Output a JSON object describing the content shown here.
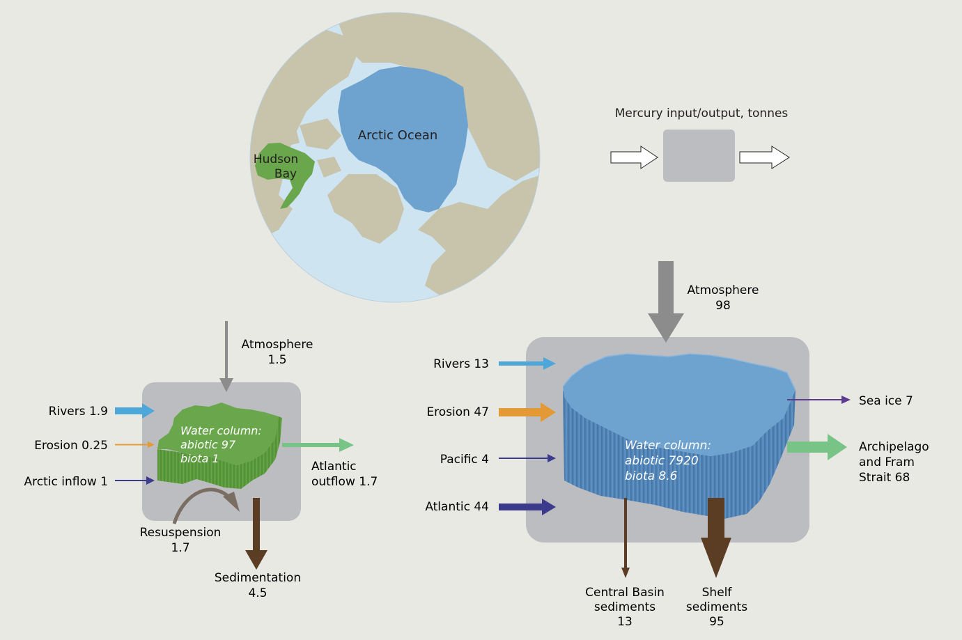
{
  "colors": {
    "background": "#e9e9e4",
    "box": "#bcbdc0",
    "ocean_globe": "#cfe4f1",
    "land": "#c8c3ab",
    "arctic_ocean": "#6fa3cf",
    "hudson_bay": "#6aa64c",
    "hudson_water": "#5b9a3b",
    "arctic_water": "#5a8fc2",
    "rivers": "#4ea7d9",
    "erosion": "#e39a36",
    "inflow": "#3b3a8c",
    "outflow": "#78c486",
    "atmosphere": "#8c8c8c",
    "sediment": "#5a3d22",
    "sea_ice": "#5b3a90"
  },
  "map": {
    "arctic_ocean_label": "Arctic Ocean",
    "hudson_label_line1": "Hudson",
    "hudson_label_line2": "Bay"
  },
  "legend": {
    "title": "Mercury input/output, tonnes"
  },
  "hudson_bay": {
    "atmosphere": {
      "label": "Atmosphere",
      "value": "1.5"
    },
    "rivers": "Rivers 1.9",
    "erosion": "Erosion 0.25",
    "arctic_inflow": "Arctic inflow 1",
    "water_column": {
      "line1": "Water column:",
      "line2": "abiotic 97",
      "line3": "biota 1"
    },
    "atlantic_outflow": {
      "line1": "Atlantic",
      "line2": "outflow 1.7"
    },
    "resuspension": {
      "label": "Resuspension",
      "value": "1.7"
    },
    "sedimentation": {
      "label": "Sedimentation",
      "value": "4.5"
    }
  },
  "arctic_ocean": {
    "atmosphere": {
      "label": "Atmosphere",
      "value": "98"
    },
    "rivers": "Rivers 13",
    "erosion": "Erosion 47",
    "pacific": "Pacific 4",
    "atlantic": "Atlantic 44",
    "water_column": {
      "line1": "Water column:",
      "line2": "abiotic 7920",
      "line3": "biota 8.6"
    },
    "sea_ice": "Sea ice 7",
    "archipelago": {
      "line1": "Archipelago",
      "line2": "and Fram",
      "line3": "Strait 68"
    },
    "central_basin": {
      "line1": "Central Basin",
      "line2": "sediments",
      "line3": "13"
    },
    "shelf": {
      "line1": "Shelf",
      "line2": "sediments",
      "line3": "95"
    }
  }
}
